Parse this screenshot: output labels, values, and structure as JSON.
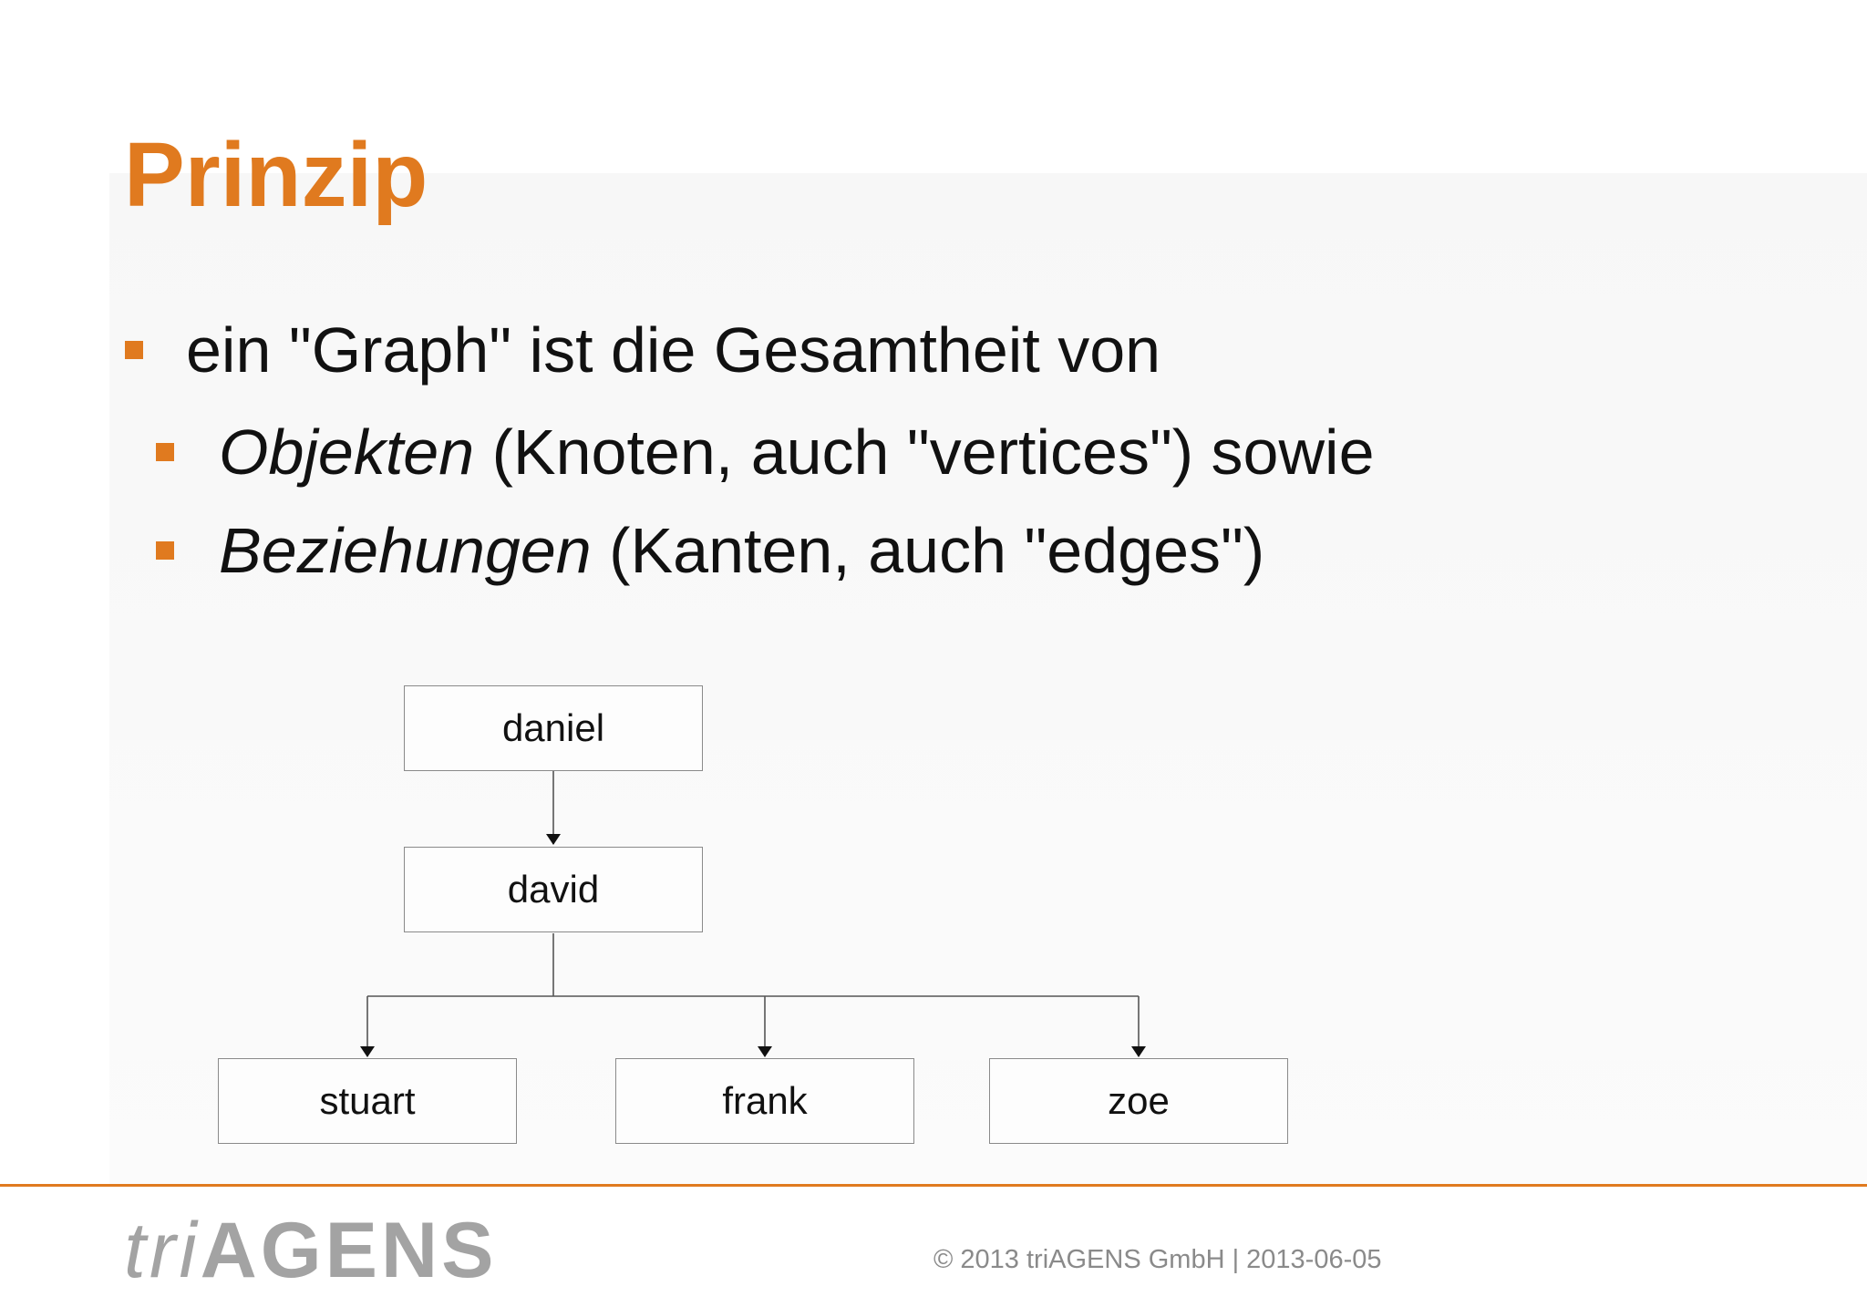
{
  "slide": {
    "title": "Prinzip",
    "bullets": [
      {
        "level": 1,
        "text": "ein \"Graph\" ist die Gesamtheit von"
      },
      {
        "level": 2,
        "emphasis": "Objekten",
        "text": " (Knoten, auch \"vertices\") sowie"
      },
      {
        "level": 2,
        "emphasis": "Beziehungen",
        "text": " (Kanten, auch \"edges\")"
      }
    ]
  },
  "diagram": {
    "nodes": {
      "daniel": "daniel",
      "david": "david",
      "stuart": "stuart",
      "frank": "frank",
      "zoe": "zoe"
    },
    "edges": [
      [
        "daniel",
        "david"
      ],
      [
        "david",
        "stuart"
      ],
      [
        "david",
        "frank"
      ],
      [
        "david",
        "zoe"
      ]
    ]
  },
  "footer": {
    "logo_tri": "tri",
    "logo_agens": "AGENS",
    "copyright": "© 2013 triAGENS GmbH | 2013-06-05"
  },
  "colors": {
    "accent": "#e07a1f",
    "text": "#111111",
    "muted": "#8a8a8a",
    "logo": "#a3a3a3"
  }
}
